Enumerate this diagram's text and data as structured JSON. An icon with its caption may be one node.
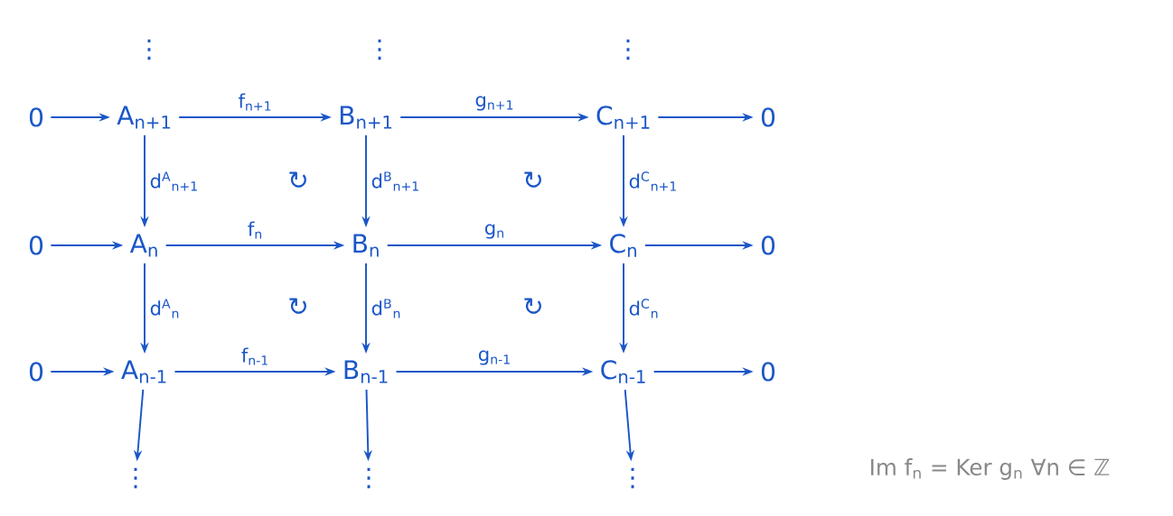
{
  "diagram": {
    "nodes": [
      {
        "text": [
          "⋮"
        ]
      },
      {
        "text": [
          "⋮"
        ]
      },
      {
        "text": [
          "⋮"
        ]
      },
      {
        "text": [
          "0"
        ]
      },
      {
        "text": [
          "A$_{n+1}$"
        ]
      },
      {
        "text": [
          "B$_{n+1}$"
        ]
      },
      {
        "text": [
          "C$_{n+1}$"
        ]
      },
      {
        "text": [
          "0"
        ]
      },
      {
        "text": [
          "0"
        ]
      },
      {
        "text": [
          "A$_{n}$"
        ]
      },
      {
        "text": [
          "B$_{n}$"
        ]
      },
      {
        "text": [
          "C$_{n}$"
        ]
      },
      {
        "text": [
          "0"
        ]
      },
      {
        "text": [
          "0"
        ]
      },
      {
        "text": [
          "A$_{n-1}$"
        ]
      },
      {
        "text": [
          "B$_{n-1}$"
        ]
      },
      {
        "text": [
          "C$_{n-1}$"
        ]
      },
      {
        "text": [
          "0"
        ]
      },
      {
        "text": [
          "⋮"
        ]
      },
      {
        "text": [
          "⋮"
        ]
      },
      {
        "text": [
          "⋮"
        ]
      }
    ],
    "edges": [
      {
        "from": 3,
        "to": 4,
        "arrow": "to"
      },
      {
        "from": 4,
        "to": 5,
        "arrow": "to",
        "label": "f$_{n+1}$"
      },
      {
        "from": 5,
        "to": 6,
        "arrow": "to",
        "label": "g$_{n+1}$"
      },
      {
        "from": 6,
        "to": 7,
        "arrow": "to"
      },
      {
        "from": 8,
        "to": 9,
        "arrow": "to"
      },
      {
        "from": 9,
        "to": 10,
        "arrow": "to",
        "label": "f$_{n}$"
      },
      {
        "from": 10,
        "to": 11,
        "arrow": "to",
        "label": "g$_{n}$"
      },
      {
        "from": 11,
        "to": 12,
        "arrow": "to"
      },
      {
        "from": 13,
        "to": 14,
        "arrow": "to"
      },
      {
        "from": 14,
        "to": 15,
        "arrow": "to",
        "label": "f$_{n-1}$"
      },
      {
        "from": 15,
        "to": 16,
        "arrow": "to",
        "label": "g$_{n-1}$"
      },
      {
        "from": 16,
        "to": 17,
        "arrow": "to"
      },
      {
        "from": 4,
        "to": 9,
        "arrow": "to",
        "label": "d$^{A}$$_{n+1}$"
      },
      {
        "from": 5,
        "to": 10,
        "arrow": "to",
        "label": "d$^{B}$$_{n+1}$"
      },
      {
        "from": 6,
        "to": 11,
        "arrow": "to",
        "label": "d$^{C}$$_{n+1}$"
      },
      {
        "from": 9,
        "to": 14,
        "arrow": "to",
        "label": "d$^{A}$$_{n}$"
      },
      {
        "from": 10,
        "to": 15,
        "arrow": "to",
        "label": "d$^{B}$$_{n}$"
      },
      {
        "from": 11,
        "to": 16,
        "arrow": "to",
        "label": "d$^{C}$$_{n}$"
      },
      {
        "from": 14,
        "to": 18,
        "arrow": "to"
      },
      {
        "from": 15,
        "to": 19,
        "arrow": "to"
      },
      {
        "from": 16,
        "to": 20,
        "arrow": "to"
      }
    ],
    "labels": [
      "↻",
      "↻",
      "↻",
      "↻",
      "Im f$_{n}$ = Ker g$_{n}$ ∀n ∈ ℤ"
    ]
  }
}
